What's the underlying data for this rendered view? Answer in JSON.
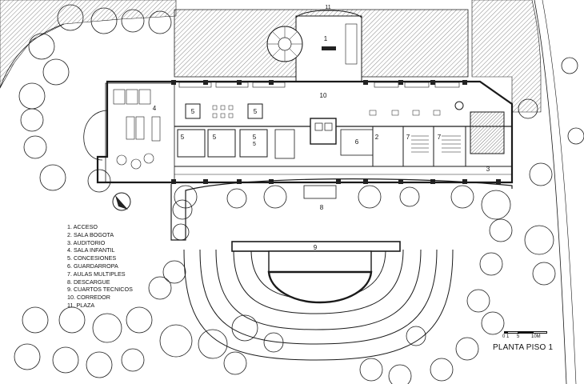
{
  "plan": {
    "title": "PLANTA PISO 1",
    "scale": {
      "labels": [
        "0",
        "1",
        "5",
        "10M"
      ]
    },
    "room_tags": [
      {
        "id": "acceso",
        "text": "1"
      },
      {
        "id": "sala-infantil",
        "text": "4"
      },
      {
        "id": "concesiones-a",
        "text": "5"
      },
      {
        "id": "concesiones-b",
        "text": "5"
      },
      {
        "id": "concesiones-c",
        "text": "5"
      },
      {
        "id": "concesiones-d",
        "text": "5"
      },
      {
        "id": "concesiones-e",
        "text": "5"
      },
      {
        "id": "concesiones-f",
        "text": "5"
      },
      {
        "id": "corredor",
        "text": "10"
      },
      {
        "id": "guardarropa",
        "text": "6"
      },
      {
        "id": "sala-bogota",
        "text": "2"
      },
      {
        "id": "aulas-a",
        "text": "7"
      },
      {
        "id": "aulas-b",
        "text": "7"
      },
      {
        "id": "auditorio",
        "text": "3"
      },
      {
        "id": "descargue",
        "text": "8"
      },
      {
        "id": "cuartos-tecnicos",
        "text": "9"
      },
      {
        "id": "plaza",
        "text": "11"
      }
    ]
  },
  "legend": [
    "1. ACCESO",
    "2. SALA BOGOTA",
    "3. AUDITORIO",
    "4. SALA INFANTIL",
    "5. CONCESIONES",
    "6. GUARDARROPA",
    "7. AULAS MULTIPLES",
    "8. DESCARGUE",
    "9. CUARTOS TECNICOS",
    "10. CORREDOR",
    "11. PLAZA"
  ],
  "colors": {
    "line": "#1a1a1a",
    "hatch": "#8a8a8a",
    "fill_dark": "#222222",
    "background": "#ffffff"
  }
}
